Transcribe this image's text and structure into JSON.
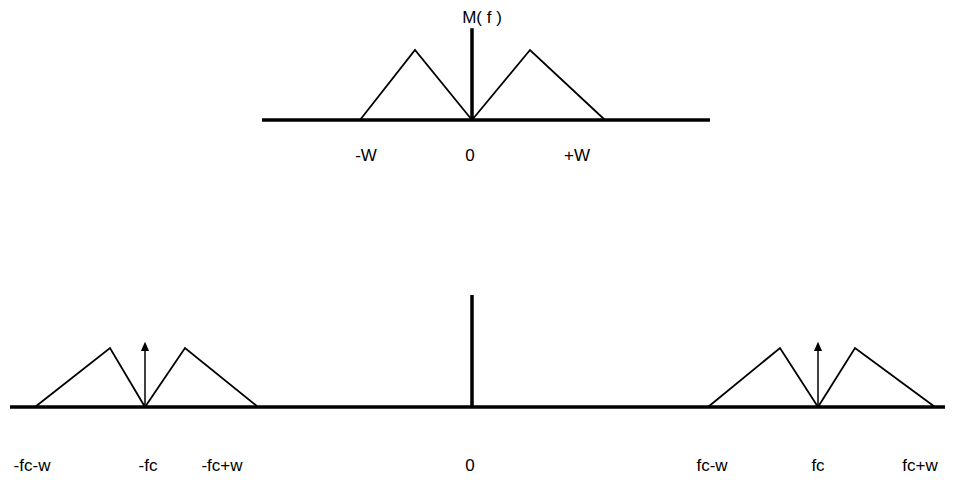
{
  "diagram": {
    "labels": [
      "M( f )",
      "-W",
      "0",
      "+W",
      "-fc-w",
      "-fc",
      "-fc+w",
      "0",
      "fc-w",
      "fc",
      "fc+w"
    ]
  }
}
